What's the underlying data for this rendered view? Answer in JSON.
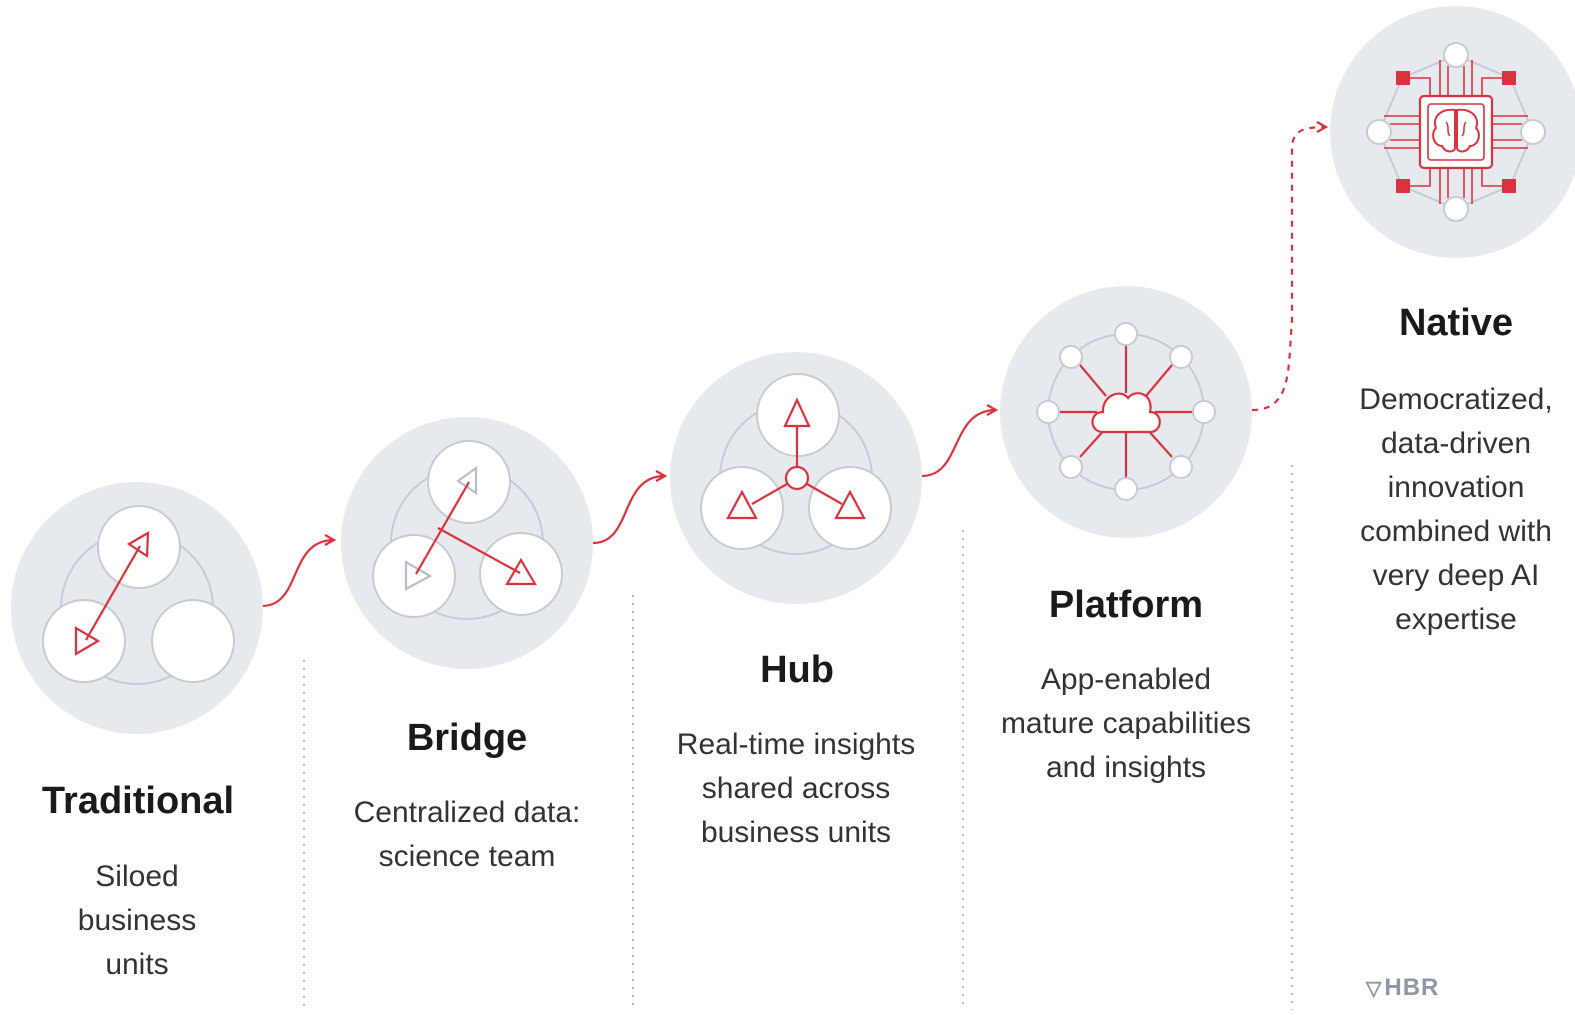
{
  "colors": {
    "accent": "#d9333f",
    "circle_fill": "#e6e9ee",
    "ring_stroke": "#c6cbd3",
    "node_fill": "#ffffff",
    "divider": "#b8bec8"
  },
  "icons": {
    "traditional": "three-separate-circles-icon",
    "bridge": "connected-circles-icon",
    "hub": "hub-and-spoke-icon",
    "platform": "cloud-network-icon",
    "native": "ai-brain-chip-icon"
  },
  "stages": [
    {
      "title": "Traditional",
      "description": "Siloed\nbusiness\nunits"
    },
    {
      "title": "Bridge",
      "description": "Centralized data:\nscience team"
    },
    {
      "title": "Hub",
      "description": "Real-time insights\nshared across\nbusiness units"
    },
    {
      "title": "Platform",
      "description": "App-enabled\nmature capabilities\nand insights"
    },
    {
      "title": "Native",
      "description": "Democratized,\ndata-driven\ninnovation\ncombined with\nvery deep AI\nexpertise"
    }
  ],
  "source_label": "HBR"
}
